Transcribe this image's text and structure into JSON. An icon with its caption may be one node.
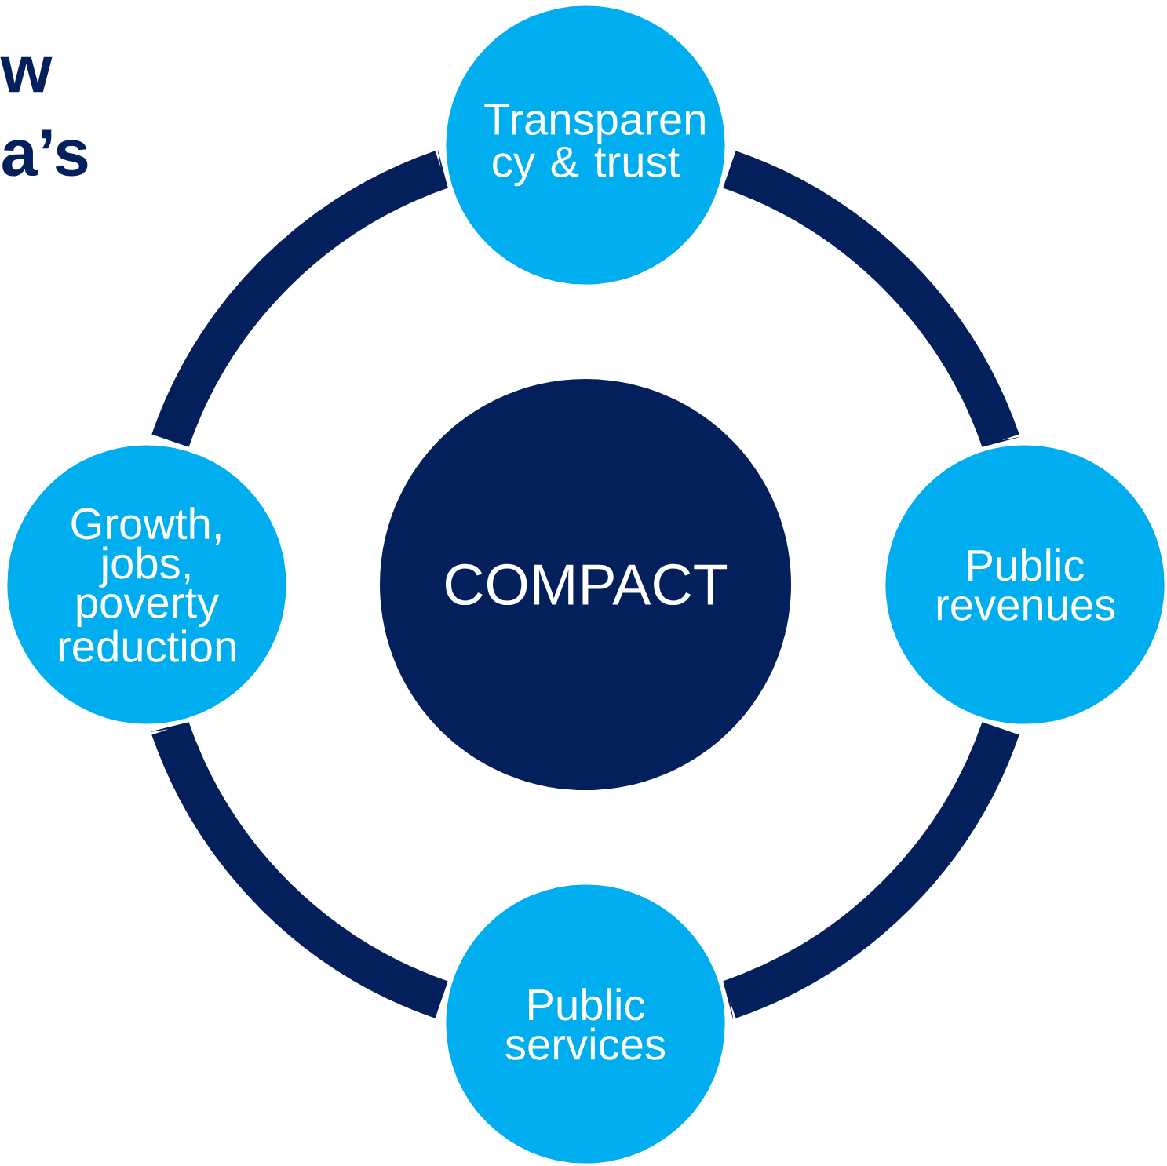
{
  "diagram": {
    "nodes": [
      {
        "text": [
          "Transparen cy & trust"
        ]
      },
      {
        "text": [
          "Growth, jobs, poverty reduction"
        ]
      },
      {
        "text": [
          "COMPACT"
        ]
      },
      {
        "text": [
          "Public revenues"
        ]
      },
      {
        "text": [
          "Public services"
        ]
      }
    ],
    "edges": [
      {
        "from": 1,
        "to": 0,
        "arrow": "none"
      },
      {
        "from": 0,
        "to": 3,
        "arrow": "none"
      },
      {
        "from": 3,
        "to": 4,
        "arrow": "none"
      },
      {
        "from": 4,
        "to": 1,
        "arrow": "none"
      }
    ],
    "labels": [
      "w",
      "a’s"
    ]
  }
}
